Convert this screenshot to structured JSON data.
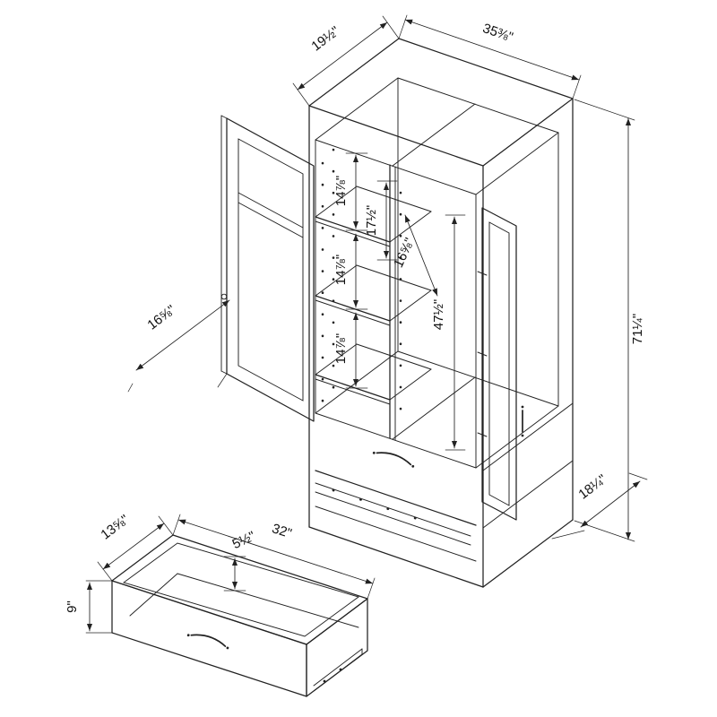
{
  "diagram": {
    "subject": "wardrobe-armoire-dimension-drawing"
  },
  "dims": {
    "top_depth": "19½\"",
    "top_width": "35⅜\"",
    "left_gap_top": "14⅞\"",
    "center_gap_top": "17½\"",
    "left_gap_middle": "14⅞\"",
    "left_gap_bottom": "14⅞\"",
    "left_door_width": "16⅝\"",
    "right_section_width": "16⅝\"",
    "right_section_height": "47½\"",
    "overall_height": "71¼\"",
    "base_section_depth": "18¼\"",
    "drawer_depth": "13⅝\"",
    "drawer_width": "32\"",
    "drawer_inner_height": "5½\"",
    "drawer_front_height": "9\""
  },
  "colors": {
    "line": "#222222",
    "text": "#111111",
    "background": "#ffffff"
  }
}
